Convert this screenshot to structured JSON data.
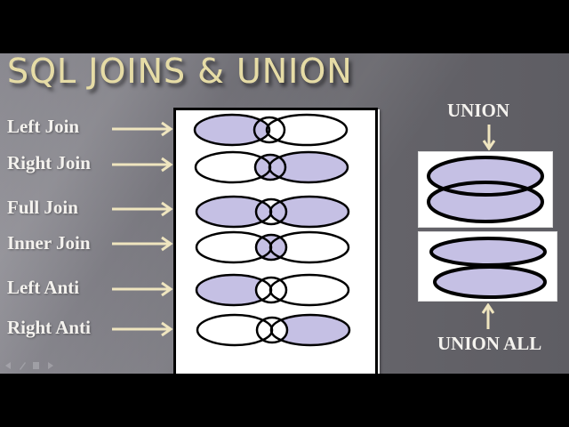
{
  "slide": {
    "title": "SQL JOINS & UNION",
    "colors": {
      "title_gold": "#e6dca6",
      "label_white": "#f4f2ee",
      "arrow_cream": "#efe5bf",
      "venn_fill": "#c5c0e4",
      "venn_stroke": "#000000",
      "box_bg": "#ffffff"
    },
    "joins": [
      {
        "label": "Left Join",
        "fill": "left+inner"
      },
      {
        "label": "Right Join",
        "fill": "right+inner"
      },
      {
        "label": "Full Join",
        "fill": "left+inner+right"
      },
      {
        "label": "Inner Join",
        "fill": "inner"
      },
      {
        "label": "Left Anti",
        "fill": "left"
      },
      {
        "label": "Right Anti",
        "fill": "right"
      }
    ],
    "union": {
      "label": "UNION",
      "arrow": "arrow-down-icon",
      "diagram": "overlapping-stacked-ellipses"
    },
    "union_all": {
      "label": "UNION ALL",
      "arrow": "arrow-up-icon",
      "diagram": "separate-stacked-ellipses"
    },
    "nav_icons": [
      "back-icon",
      "pen-icon",
      "slide-icon",
      "forward-icon"
    ]
  }
}
